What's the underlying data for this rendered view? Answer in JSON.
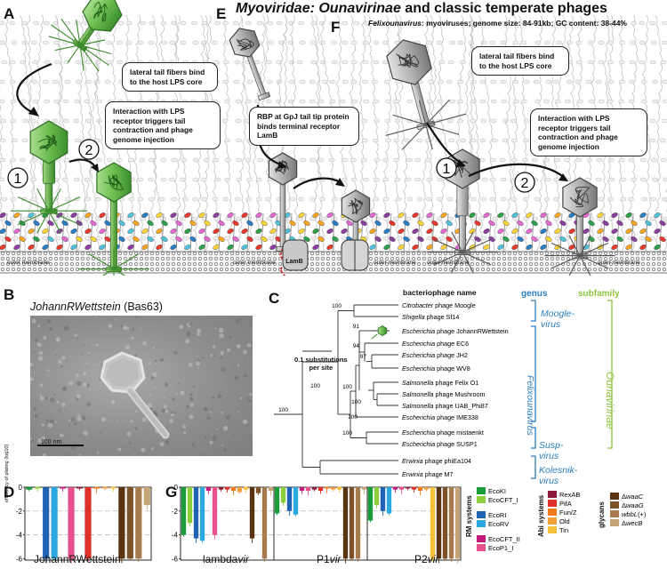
{
  "panels": {
    "A": "A",
    "B": "B",
    "C": "C",
    "D": "D",
    "E": "E",
    "F": "F",
    "G": "G"
  },
  "title": {
    "family": "Myoviridae: Ounavirinae",
    "rest": " and classic temperate phages",
    "sub_genus": "Felixounavirus",
    "sub_rest": ": myoviruses; genome size: 84-91kb; GC content: 38-44%"
  },
  "panelA": {
    "bubble1": "lateral tail fibers bind to the host LPS core",
    "bubble2": "Interaction with LPS receptor triggers tail contraction and phage genome injection",
    "step1": "1",
    "step2": "2"
  },
  "panelE": {
    "bubble": "RBP at GpJ tail tip protein binds terminal receptor LamB",
    "lamb": "LamB"
  },
  "panelF": {
    "bubble1": "lateral tail fibers bind to the host LPS core",
    "bubble2": "Interaction with LPS receptor triggers tail contraction and phage genome injection",
    "step1": "1",
    "step2": "2"
  },
  "membrane_labels": [
    "outer membrane",
    "outer membrane",
    "outer membrane",
    "outer membrane",
    "outer membrane"
  ],
  "panelB": {
    "title_italic": "JohannRWettstein",
    "title_rest": " (Bas63)",
    "scalebar": "100 nm"
  },
  "panelC": {
    "header_name": "bacteriophage name",
    "header_genus": "genus",
    "header_subfamily": "subfamily",
    "scale_label": "0.1 substitutions per site",
    "scale_line1": "0.1 substitutions",
    "scale_line2": "per site",
    "taxa": [
      {
        "genus": "Citrobacter",
        "rest": " phage Moogle"
      },
      {
        "genus": "Shigella",
        "rest": " phage Sf14"
      },
      {
        "genus": "Escherichia",
        "rest": " phage JohannRWettstein"
      },
      {
        "genus": "Escherichia",
        "rest": " phage EC6"
      },
      {
        "genus": "Escherichia",
        "rest": " phage JH2"
      },
      {
        "genus": "Escherichia",
        "rest": " phage WV8"
      },
      {
        "genus": "Salmonella",
        "rest": " phage Felix O1"
      },
      {
        "genus": "Salmonella",
        "rest": " phage Mushroom"
      },
      {
        "genus": "Salmonella",
        "rest": " phage UAB_Phi87"
      },
      {
        "genus": "Escherichia",
        "rest": " phage IME338"
      },
      {
        "genus": "Escherichia",
        "rest": " phage mistaenkt"
      },
      {
        "genus": "Escherichia",
        "rest": " phage SUSP1"
      },
      {
        "genus": "Erwinia",
        "rest": " phage phiEa104"
      },
      {
        "genus": "Erwinia",
        "rest": " phage M7"
      }
    ],
    "bootstrap": [
      "100",
      "91",
      "94",
      "97",
      "100",
      "100",
      "100",
      "100",
      "100",
      "100"
    ],
    "genera": [
      {
        "line1": "Moogle-",
        "line2": "virus"
      },
      {
        "line1": "Felixounavirus",
        "line2": ""
      },
      {
        "line1": "Susp-",
        "line2": "virus"
      },
      {
        "line1": "Kolesnik-",
        "line2": "virus"
      }
    ],
    "subfamily": "Ounavirinae"
  },
  "legend": {
    "rm_title": "RM systems",
    "abi_title": "Abi systems",
    "glycan_title": "glycans",
    "rm": [
      {
        "label": "EcoKI",
        "color": "#1a9e3c"
      },
      {
        "label": "EcoCFT_I",
        "color": "#8ccf3a"
      },
      {
        "label": "EcoRI",
        "color": "#1e63b4"
      },
      {
        "label": "EcoRV",
        "color": "#29a9e0"
      },
      {
        "label": "EcoCFT_II",
        "color": "#c4197d"
      },
      {
        "label": "EcoP1_I",
        "color": "#e8518c"
      }
    ],
    "abi": [
      {
        "label": "RexAB",
        "color": "#8c1a3a"
      },
      {
        "label": "PifA",
        "color": "#e0302a"
      },
      {
        "label": "Fun/Z",
        "color": "#f07a1a"
      },
      {
        "label": "Old",
        "color": "#f3a13a"
      },
      {
        "label": "Tin",
        "color": "#f7c03a"
      }
    ],
    "glycans": [
      {
        "label": "ΔwaaC",
        "color": "#5a3412"
      },
      {
        "label": "ΔwaaG",
        "color": "#7d5228"
      },
      {
        "label": "wbbL(+)",
        "color": "#a77b4e"
      },
      {
        "label": "ΔwecB",
        "color": "#c6a477"
      }
    ]
  },
  "chart_data": [
    {
      "type": "bar",
      "panel": "D",
      "ylabel": "efficiency of plating (log10)",
      "ylim": [
        -6,
        0
      ],
      "yticks": [
        "0",
        "-2",
        "-4",
        "-6"
      ],
      "categories": [
        "EcoKI",
        "EcoCFT_I",
        "EcoRI",
        "EcoRV",
        "EcoCFT_II",
        "EcoP1_I",
        "RexAB",
        "PifA",
        "Fun/Z",
        "Old",
        "Tin",
        "ΔwaaC",
        "ΔwaaG",
        "wbbL(+)",
        "ΔwecB"
      ],
      "series": [
        {
          "name": "JohannRWettstein",
          "values": [
            -0.2,
            -0.1,
            -6,
            -6,
            -0.1,
            -6,
            -0.1,
            -6,
            -0.1,
            -0.1,
            -0.1,
            -6,
            -6,
            -6,
            -1.5
          ]
        }
      ]
    },
    {
      "type": "bar",
      "panel": "G",
      "ylim": [
        -6,
        0
      ],
      "yticks": [
        "0",
        "-2",
        "-4",
        "-6"
      ],
      "categories": [
        "EcoKI",
        "EcoCFT_I",
        "EcoRI",
        "EcoRV",
        "EcoCFT_II",
        "EcoP1_I",
        "RexAB",
        "PifA",
        "Fun/Z",
        "Old",
        "Tin",
        "ΔwaaC",
        "ΔwaaG",
        "wbbL(+)",
        "ΔwecB"
      ],
      "series": [
        {
          "name": "lambdavir",
          "values": [
            -4.0,
            -3.0,
            -4.3,
            -4.5,
            -0.3,
            -4.0,
            -0.2,
            -0.2,
            -0.3,
            -0.4,
            -0.2,
            -4.3,
            -0.5,
            -6,
            -0.3
          ]
        },
        {
          "name": "P1vir",
          "values": [
            -2.2,
            -1.3,
            -2.0,
            -2.3,
            -0.3,
            -0.3,
            -0.2,
            -0.3,
            -0.1,
            -0.2,
            -0.2,
            -6,
            -6,
            -6,
            -0.2
          ]
        },
        {
          "name": "P2vir",
          "values": [
            -2.8,
            -1.5,
            -2.0,
            -2.2,
            -0.2,
            -0.2,
            -0.1,
            -0.2,
            -0.3,
            -0.2,
            -6,
            -6,
            -6,
            -6,
            -6
          ]
        }
      ],
      "xlabels": [
        {
          "name": "lambda",
          "suffix": "vir"
        },
        {
          "name": "P1",
          "suffix": "vir"
        },
        {
          "name": "P2",
          "suffix": "vir"
        }
      ]
    }
  ]
}
